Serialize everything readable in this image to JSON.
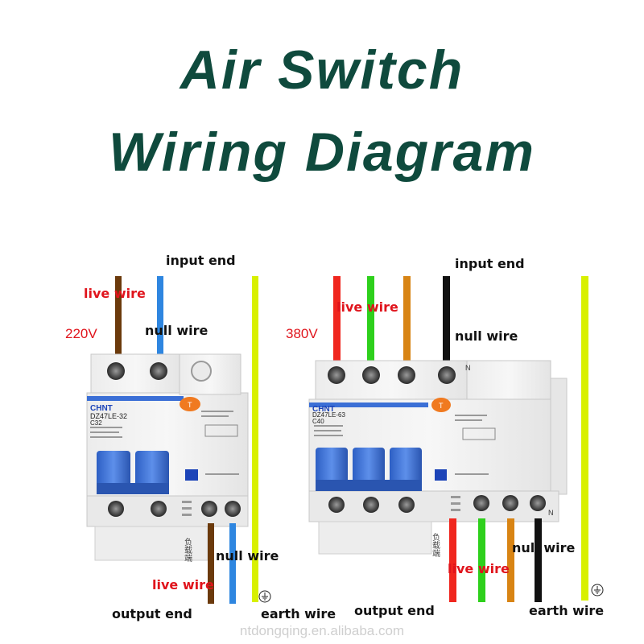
{
  "title": {
    "line1": "Air Switch",
    "line2": "Wiring Diagram"
  },
  "left_breaker": {
    "input_end": "input end",
    "live_wire_top": "live wire",
    "voltage": "220V",
    "null_wire_top": "null wire",
    "brand": "CHNT",
    "model": "DZ47LE-32",
    "rating": "C32",
    "load_side": "负载端",
    "null_wire_bottom": "null wire",
    "live_wire_bottom": "live wire",
    "output_end": "output end",
    "earth_wire": "earth wire"
  },
  "right_breaker": {
    "input_end": "input end",
    "live_wire_top": "live wire",
    "voltage": "380V",
    "null_wire_top": "null wire",
    "brand": "CHNT",
    "model": "DZ47LE-63",
    "rating": "C40",
    "load_side": "负载端",
    "null_wire_bottom": "null wire",
    "live_wire_bottom": "live wire",
    "output_end": "output end",
    "earth_wire": "earth wire",
    "n_top": "N",
    "n_bottom": "N"
  },
  "watermark": "ntdongqing.en.alibaba.com",
  "colors": {
    "title": "#0f4a3d",
    "brown_wire": "#6b3a0c",
    "blue_wire": "#2e86e0",
    "yellow_wire": "#d8f000",
    "red_wire": "#f0261e",
    "green_wire": "#2ed01c",
    "orange_wire": "#d88414",
    "black_wire": "#111111",
    "handle_blue": "#3b6fd6",
    "label_red": "#e0141c"
  }
}
